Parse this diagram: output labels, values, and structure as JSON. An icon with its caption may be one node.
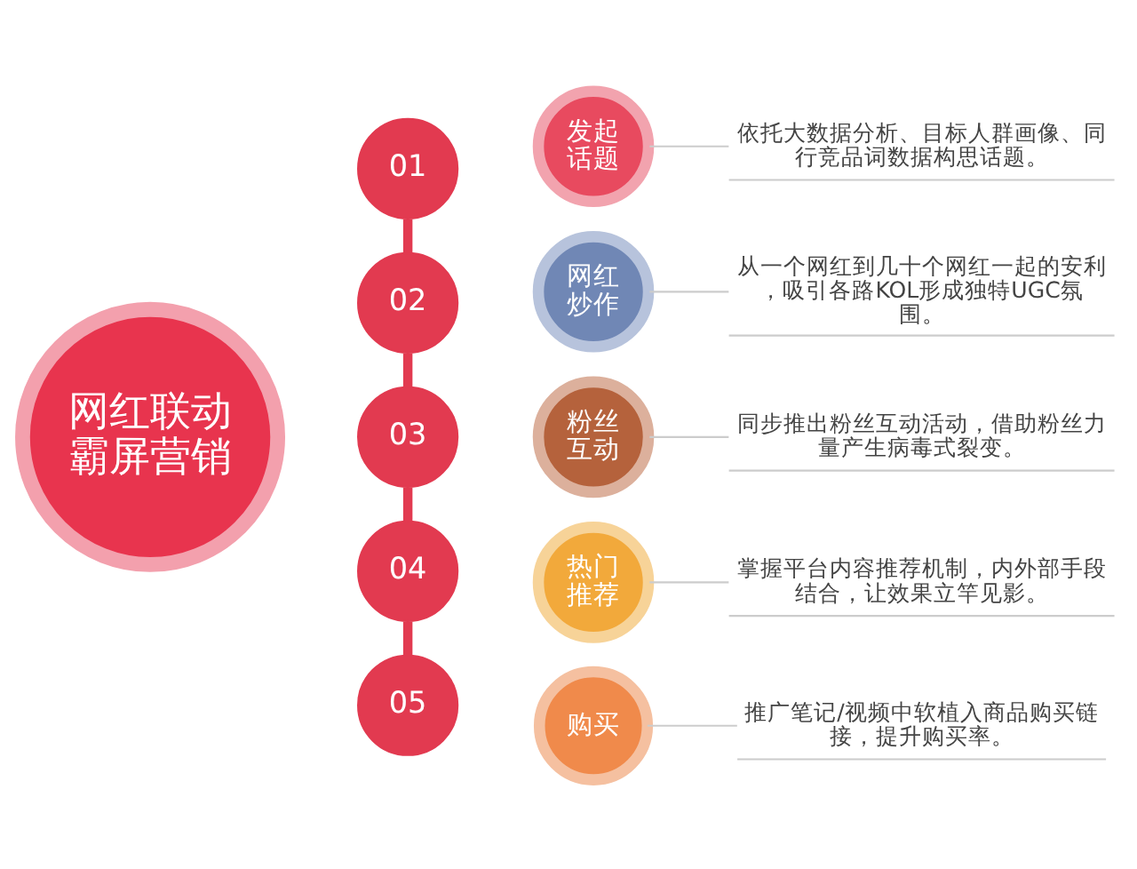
{
  "diagram": {
    "nodes": [
      {
        "text": [
          "网红联动霸屏营销"
        ]
      },
      {
        "text": [
          "01"
        ]
      },
      {
        "text": [
          "02"
        ]
      },
      {
        "text": [
          "03"
        ]
      },
      {
        "text": [
          "04"
        ]
      },
      {
        "text": [
          "05"
        ]
      },
      {
        "text": [
          "发起话题"
        ]
      },
      {
        "text": [
          "网红炒作"
        ]
      },
      {
        "text": [
          "粉丝互动"
        ]
      },
      {
        "text": [
          "热门推荐"
        ]
      },
      {
        "text": [
          "购买"
        ]
      },
      {
        "text": [
          "依托大数据分析、目标人群画像、同行竞品词数据构思话题。"
        ]
      },
      {
        "text": [
          "从一个网红到几十个网红一起的安利，吸引各路KOL形成独特UGC氛围。"
        ]
      },
      {
        "text": [
          "同步推出粉丝互动活动，借助粉丝力量产生病毒式裂变。"
        ]
      },
      {
        "text": [
          "掌握平台内容推荐机制，内外部手段结合，让效果立竿见影。"
        ]
      },
      {
        "text": [
          "推广笔记/视频中软植入商品购买链接，提升购买率。"
        ]
      }
    ],
    "edges": [
      {
        "from": 1,
        "to": 2,
        "arrow": "none",
        "style": "thick",
        "color": "#e23a50"
      },
      {
        "from": 2,
        "to": 3,
        "arrow": "none",
        "style": "thick",
        "color": "#e23a50"
      },
      {
        "from": 3,
        "to": 4,
        "arrow": "none",
        "style": "thick",
        "color": "#e23a50"
      },
      {
        "from": 4,
        "to": 5,
        "arrow": "none",
        "style": "thick",
        "color": "#e23a50"
      },
      {
        "from": 6,
        "to": 11,
        "arrow": "none"
      },
      {
        "from": 7,
        "to": 12,
        "arrow": "none"
      },
      {
        "from": 8,
        "to": 13,
        "arrow": "none"
      },
      {
        "from": 9,
        "to": 14,
        "arrow": "none"
      },
      {
        "from": 10,
        "to": 15,
        "arrow": "none"
      }
    ]
  }
}
